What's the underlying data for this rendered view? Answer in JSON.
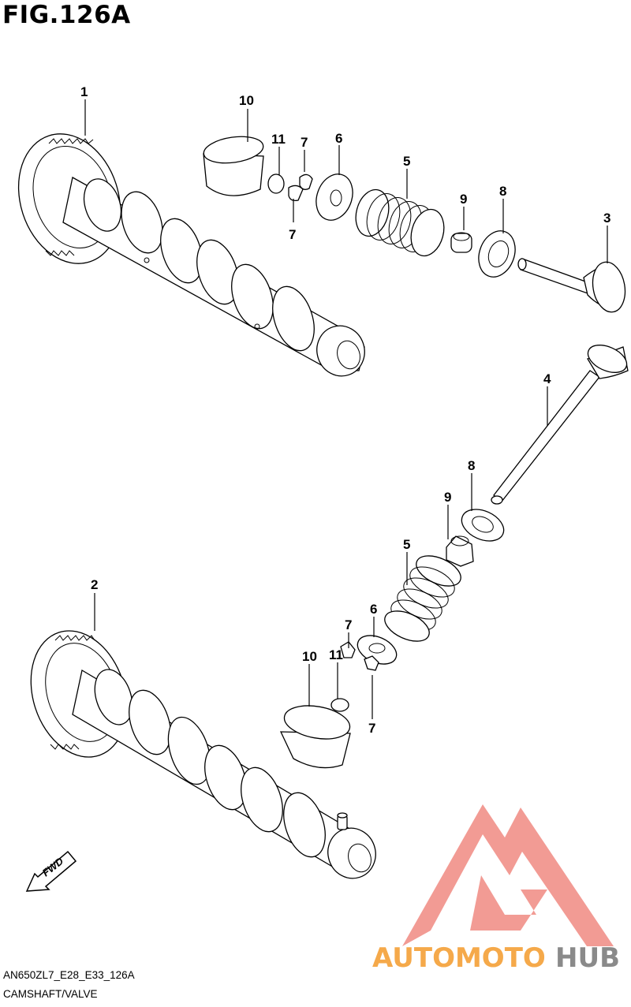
{
  "figure": {
    "title": "FIG.126A",
    "code": "AN650ZL7_E28_E33_126A",
    "name": "CAMSHAFT/VALVE"
  },
  "callouts": {
    "c1": "1",
    "c2": "2",
    "c3": "3",
    "c4": "4",
    "c5a": "5",
    "c5b": "5",
    "c6a": "6",
    "c6b": "6",
    "c7a": "7",
    "c7b": "7",
    "c7c": "7",
    "c7d": "7",
    "c8a": "8",
    "c8b": "8",
    "c9a": "9",
    "c9b": "9",
    "c10a": "10",
    "c10b": "10",
    "c11a": "11",
    "c11b": "11"
  },
  "fwd_label": "FWD",
  "watermark": {
    "text_part1": "AUTOMOTO",
    "text_part2": "HUB",
    "colors": {
      "logo": "#f08a82",
      "text_part1": "#f5a94a",
      "text_part2": "#8a8a8a"
    }
  }
}
